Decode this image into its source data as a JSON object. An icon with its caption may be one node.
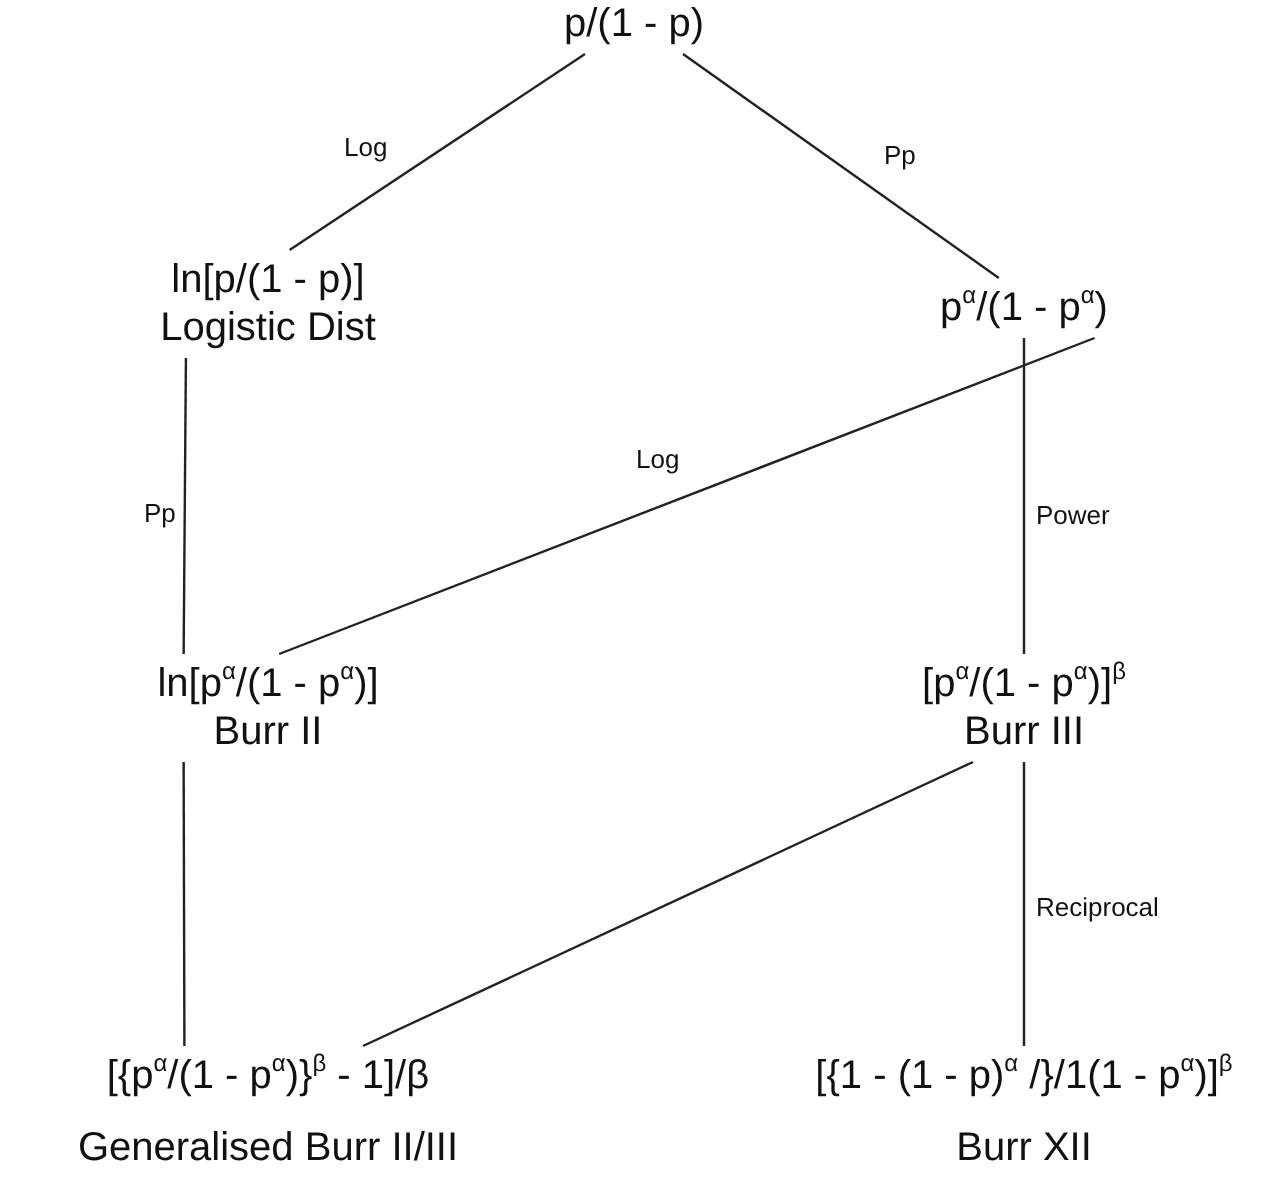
{
  "diagram": {
    "nodes": [
      {
        "text": [
          "p/(1 - p)"
        ]
      },
      {
        "text": [
          "ln[p/(1 - p)]",
          "Logistic Dist"
        ]
      },
      {
        "text": [
          "p$^{α}$/(1 - p$^{α}$)"
        ]
      },
      {
        "text": [
          "ln[p$^{α}$/(1 - p$^{α}$)]",
          "Burr II"
        ]
      },
      {
        "text": [
          "[p$^{α}$/(1 - p$^{α}$)]$^{β}$",
          "Burr III"
        ]
      },
      {
        "text": [
          "[{p$^{α}$/(1 - p$^{α}$)}$^{β}$ - 1]/β",
          "Generalised Burr II/III"
        ]
      },
      {
        "text": [
          "[{1 - (1 - p)$^{α}$ /}/1(1 - p$^{α}$)]$^{β}$",
          "Burr XII"
        ]
      }
    ],
    "edges": [
      {
        "from": 0,
        "to": 1,
        "arrow": "none",
        "label": "Log"
      },
      {
        "from": 0,
        "to": 2,
        "arrow": "none",
        "label": "Pp"
      },
      {
        "from": 1,
        "to": 3,
        "arrow": "none",
        "label": "Pp"
      },
      {
        "from": 2,
        "to": 3,
        "arrow": "none",
        "label": "Log"
      },
      {
        "from": 2,
        "to": 4,
        "arrow": "none",
        "label": "Power"
      },
      {
        "from": 3,
        "to": 5,
        "arrow": "none"
      },
      {
        "from": 4,
        "to": 5,
        "arrow": "none"
      },
      {
        "from": 4,
        "to": 6,
        "arrow": "none",
        "label": "Reciprocal"
      }
    ]
  }
}
